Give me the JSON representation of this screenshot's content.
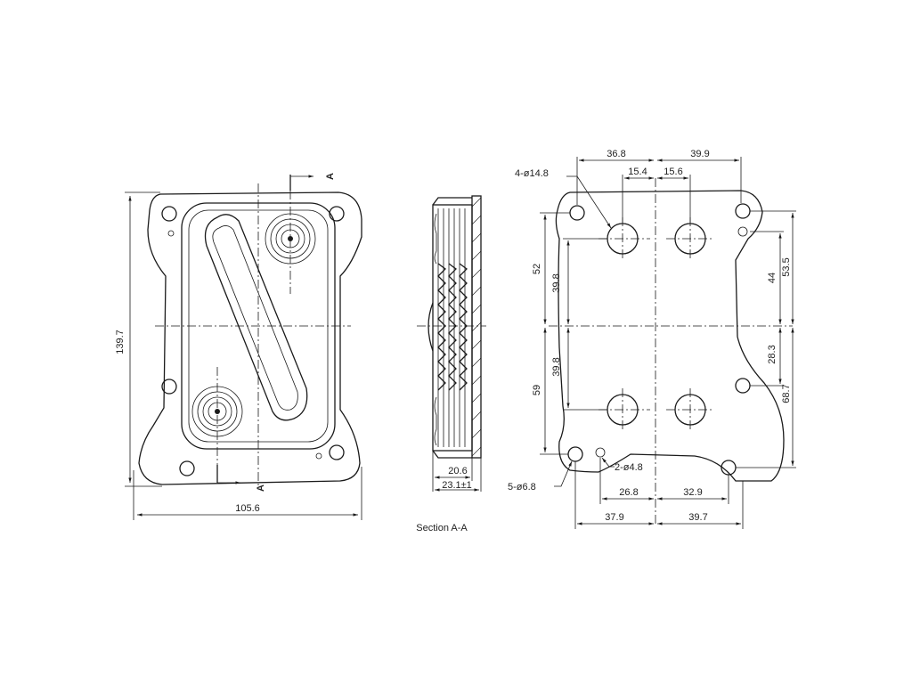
{
  "front_view": {
    "height": "139.7",
    "width": "105.6",
    "section_marker_top": "A",
    "section_marker_bottom": "A"
  },
  "section_view": {
    "caption": "Section A-A",
    "thickness_inner": "20.6",
    "thickness_overall": "23.1±1"
  },
  "plan_view": {
    "top_left": "36.8",
    "top_right": "39.9",
    "inner_left": "15.4",
    "inner_right": "15.6",
    "large_holes": "4-ø14.8",
    "small_holes": "2-ø4.8",
    "bolt_holes": "5-ø6.8",
    "left_upper": "52",
    "left_upper_inner": "39.8",
    "left_lower_inner": "39.8",
    "left_lower": "59",
    "right_upper_inner": "44",
    "right_upper": "53.5",
    "right_lower_inner": "28.3",
    "right_lower": "68.7",
    "bottom_inner_left": "26.8",
    "bottom_inner_right": "32.9",
    "bottom_left": "37.9",
    "bottom_right": "39.7"
  }
}
